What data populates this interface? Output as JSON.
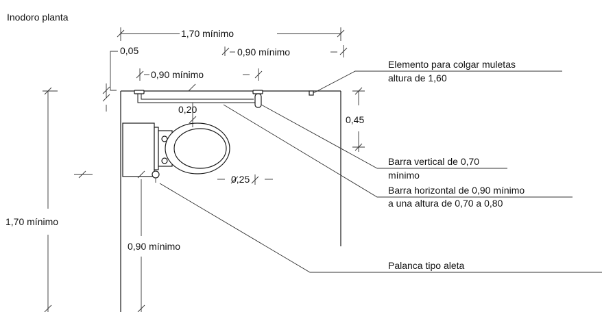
{
  "title": "Inodoro planta",
  "dimensions": {
    "total_width": "1,70 mínimo",
    "wall_gap": "0,05",
    "right_clearance": "0,90 mínimo",
    "bar_length": "0,90 mínimo",
    "bar_offset": "0,20",
    "crutch_height_offset": "0,45",
    "lever_offset": "0,25",
    "total_depth": "1,70 mínimo",
    "front_clearance": "0,90 mínimo"
  },
  "callouts": {
    "crutch_hook_line1": "Elemento para colgar muletas",
    "crutch_hook_line2": "altura de 1,60",
    "vertical_bar_line1": "Barra vertical de 0,70",
    "vertical_bar_line2": "mínimo",
    "horizontal_bar_line1": "Barra horizontal de 0,90 mínimo",
    "horizontal_bar_line2": "a una altura de 0,70 a 0,80",
    "lever": "Palanca tipo aleta"
  }
}
